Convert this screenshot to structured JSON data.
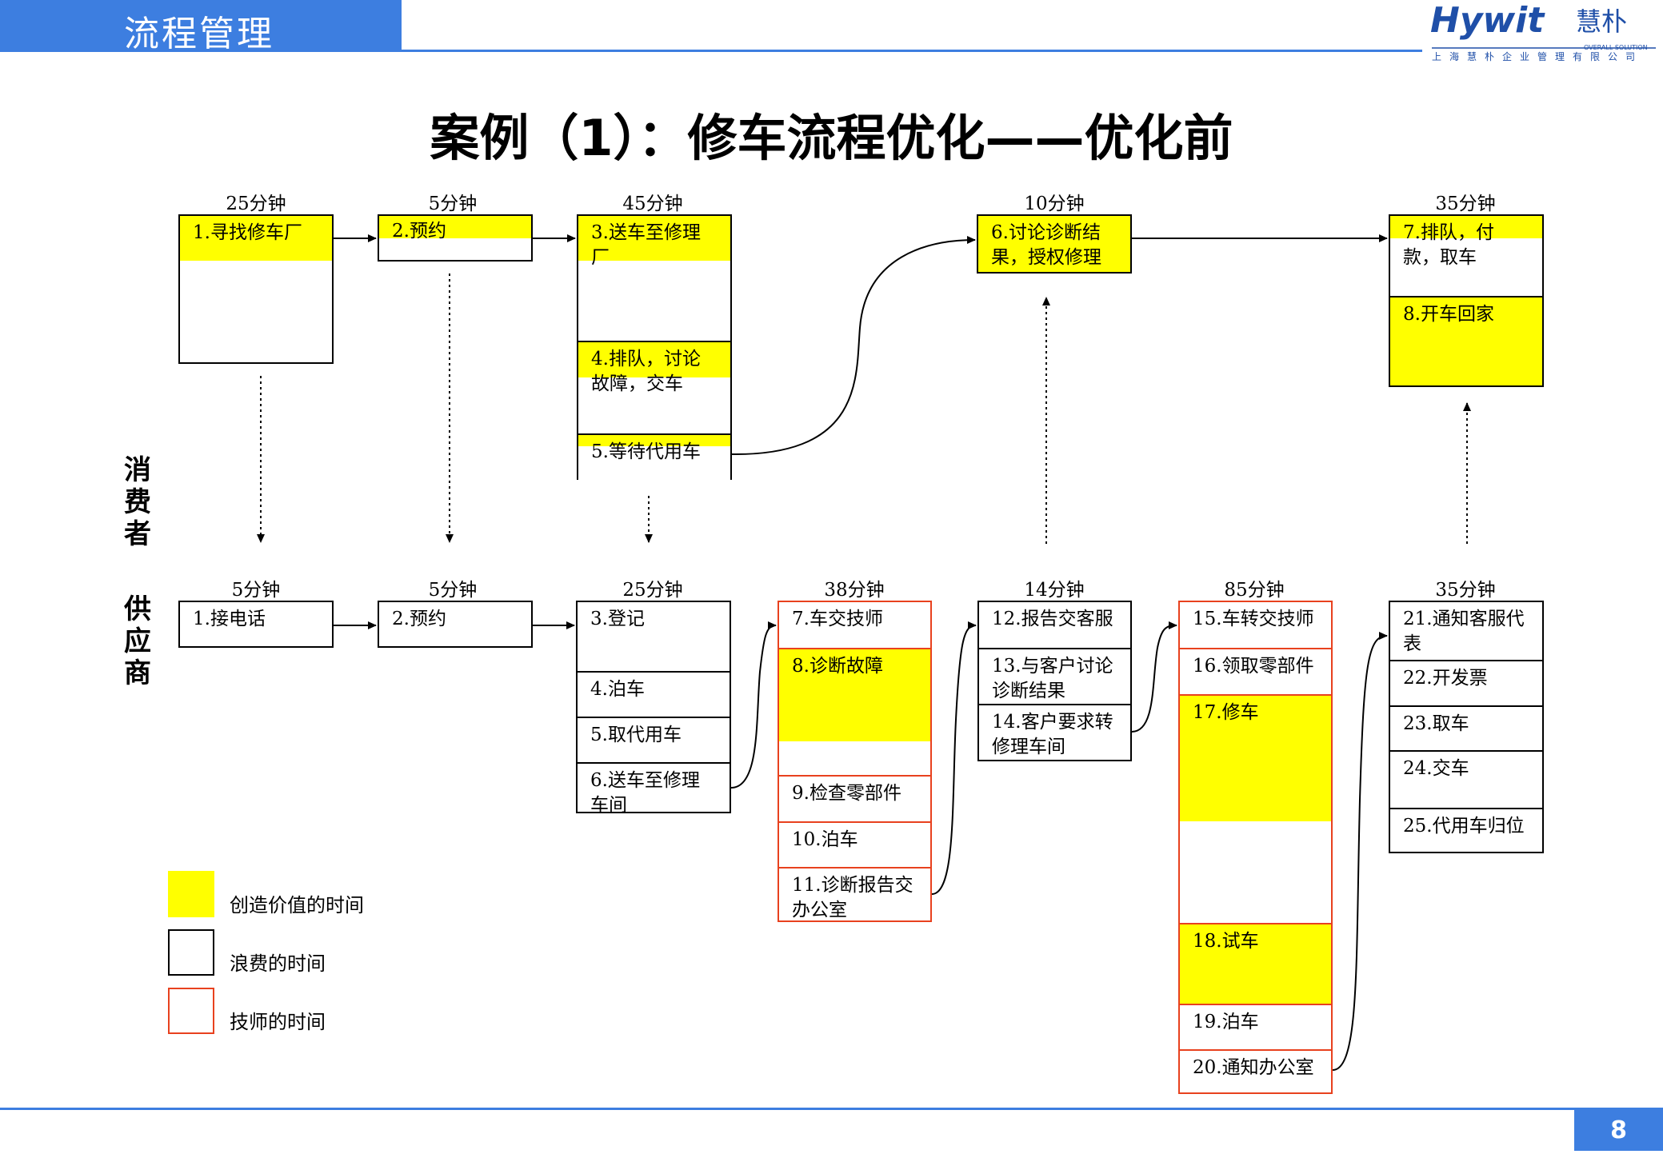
{
  "header": {
    "section_title": "流程管理"
  },
  "logo": {
    "brand": "Hywit",
    "brand_cn": "慧朴",
    "tagline": "OVERALL SOLUTION",
    "company": "上海慧朴企业管理有限公司"
  },
  "title": "案例（1）：修车流程优化——优化前",
  "lanes": {
    "consumer": [
      "消",
      "费",
      "者"
    ],
    "supplier": [
      "供",
      "应",
      "商"
    ]
  },
  "consumer": {
    "durations": [
      "25分钟",
      "5分钟",
      "45分钟",
      "10分钟",
      "35分钟"
    ],
    "steps": {
      "s1": "1.寻找修车厂",
      "s2": "2.预约",
      "s3": "3.送车至修理厂",
      "s4": "4.排队，讨论故障，交车",
      "s5": "5.等待代用车",
      "s6": "6.讨论诊断结果，授权修理",
      "s7": "7.排队，付款，取车",
      "s8": "8.开车回家"
    }
  },
  "supplier": {
    "durations": [
      "5分钟",
      "5分钟",
      "25分钟",
      "38分钟",
      "14分钟",
      "85分钟",
      "35分钟"
    ],
    "steps": {
      "s1": "1.接电话",
      "s2": "2.预约",
      "s3": "3.登记",
      "s4": "4.泊车",
      "s5": "5.取代用车",
      "s6": "6.送车至修理车间",
      "s7": "7.车交技师",
      "s8": "8.诊断故障",
      "s9": "9.检查零部件",
      "s10": "10.泊车",
      "s11": "11.诊断报告交办公室",
      "s12": "12.报告交客服",
      "s13": "13.与客户讨论诊断结果",
      "s14": "14.客户要求转修理车间",
      "s15": "15.车转交技师",
      "s16": "16.领取零部件",
      "s17": "17.修车",
      "s18": "18.试车",
      "s19": "19.泊车",
      "s20": "20.通知办公室",
      "s21": "21.通知客服代表",
      "s22": "22.开发票",
      "s23": "23.取车",
      "s24": "24.交车",
      "s25": "25.代用车归位"
    }
  },
  "legend": {
    "value": "创造价值的时间",
    "waste": "浪费的时间",
    "tech": "技师的时间"
  },
  "colors": {
    "value": "#ffff00",
    "waste": "#ffffff",
    "tech_border": "#e8411e",
    "accent": "#3d7ee0"
  },
  "page_number": "8"
}
